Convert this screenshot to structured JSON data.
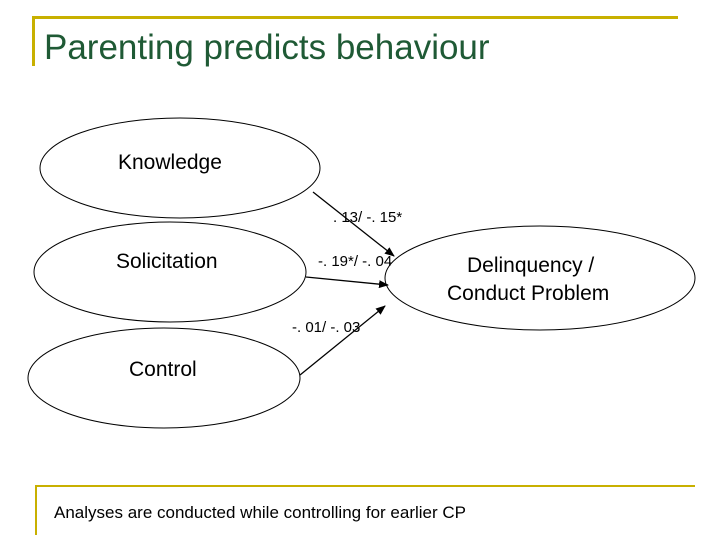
{
  "title": "Parenting predicts behaviour",
  "nodes": {
    "knowledge": "Knowledge",
    "solicitation": "Solicitation",
    "control": "Control",
    "outcome_line1": "Delinquency /",
    "outcome_line2": "Conduct Problem"
  },
  "paths": {
    "knowledge": ". 13/ -. 15*",
    "solicitation": "-. 19*/ -. 04",
    "control": "-. 01/ -. 03"
  },
  "footnote": "Analyses are conducted while controlling for earlier CP",
  "colors": {
    "accent_rule": "#c8b000",
    "title": "#1f5a35"
  }
}
